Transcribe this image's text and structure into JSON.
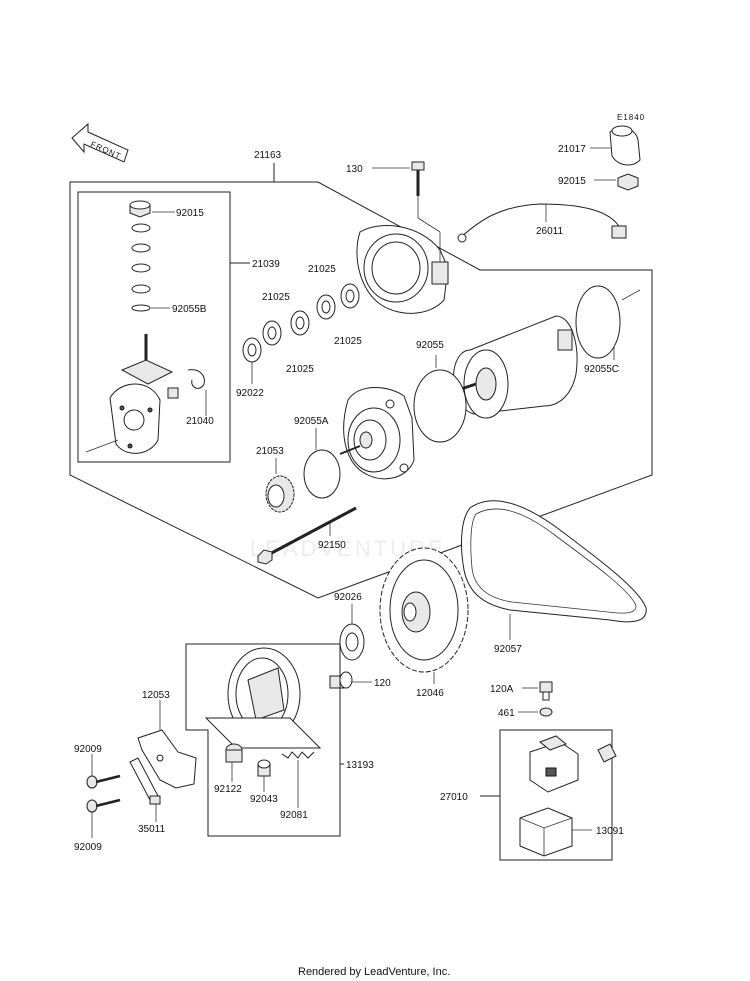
{
  "diagram": {
    "code": "E1840",
    "front_label": "FRONT",
    "watermark": "LEADVENTURE",
    "footer": "Rendered by LeadVenture, Inc.",
    "parts": {
      "p21163": "21163",
      "p92015a": "92015",
      "p21039": "21039",
      "p92055B": "92055B",
      "p21040": "21040",
      "p21025a": "21025",
      "p21025b": "21025",
      "p21025c": "21025",
      "p21025d": "21025",
      "p92022": "92022",
      "p130": "130",
      "p21017": "21017",
      "p92015b": "92015",
      "p26011": "26011",
      "p92055": "92055",
      "p92055C": "92055C",
      "p92055A": "92055A",
      "p21053": "21053",
      "p92150": "92150",
      "p92026": "92026",
      "p120": "120",
      "p12046": "12046",
      "p92057": "92057",
      "p12053": "12053",
      "p92009a": "92009",
      "p92009b": "92009",
      "p35011": "35011",
      "p13193": "13193",
      "p92122": "92122",
      "p92043": "92043",
      "p92081": "92081",
      "p120A": "120A",
      "p461": "461",
      "p27010": "27010",
      "p13091": "13091"
    }
  }
}
